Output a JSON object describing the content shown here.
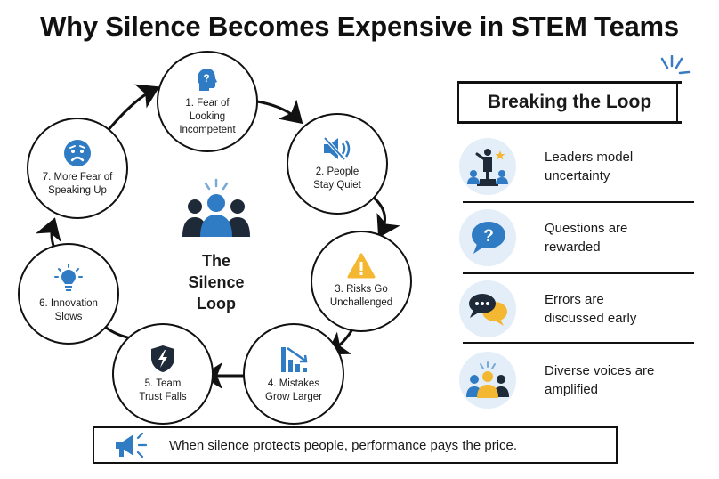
{
  "title": "Why Silence Becomes Expensive in STEM Teams",
  "loop": {
    "center_title_line1": "The",
    "center_title_line2": "Silence Loop",
    "center_icon": "people-group-icon",
    "steps": [
      {
        "number": 1,
        "line1": "1. Fear of",
        "line2": "Looking",
        "line3": "Incompetent",
        "icon": "head-question-icon",
        "color": "#2f7bc4"
      },
      {
        "number": 2,
        "line1": "2. People",
        "line2": "Stay Quiet",
        "icon": "speaker-muted-icon",
        "color": "#2f7bc4"
      },
      {
        "number": 3,
        "line1": "3. Risks Go",
        "line2": "Unchallenged",
        "icon": "warning-triangle-icon",
        "color": "#f4b731"
      },
      {
        "number": 4,
        "line1": "4. Mistakes",
        "line2": "Grow Larger",
        "icon": "declining-chart-icon",
        "color": "#2f7bc4"
      },
      {
        "number": 5,
        "line1": "5. Team",
        "line2": "Trust Falls",
        "icon": "broken-shield-icon",
        "color": "#1e2a38"
      },
      {
        "number": 6,
        "line1": "6. Innovation",
        "line2": "Slows",
        "icon": "lightbulb-icon",
        "color": "#2f7bc4"
      },
      {
        "number": 7,
        "line1": "7. More Fear of",
        "line2": "Speaking Up",
        "icon": "worried-face-icon",
        "color": "#2f7bc4"
      }
    ]
  },
  "breaking": {
    "title": "Breaking the Loop",
    "items": [
      {
        "line1": "Leaders model",
        "line2": "uncertainty",
        "icon": "leader-podium-icon"
      },
      {
        "line1": "Questions are",
        "line2": "rewarded",
        "icon": "question-bubble-icon"
      },
      {
        "line1": "Errors are",
        "line2": "discussed early",
        "icon": "chat-bubbles-icon"
      },
      {
        "line1": "Diverse voices are",
        "line2": "amplified",
        "icon": "diverse-team-icon"
      }
    ]
  },
  "footer": {
    "text": "When silence protects people, performance pays the price.",
    "icon": "megaphone-icon"
  },
  "colors": {
    "blue": "#2f7bc4",
    "navy": "#1e2a38",
    "yellow": "#f4b731",
    "light_blue_bg": "#e3eef8"
  }
}
